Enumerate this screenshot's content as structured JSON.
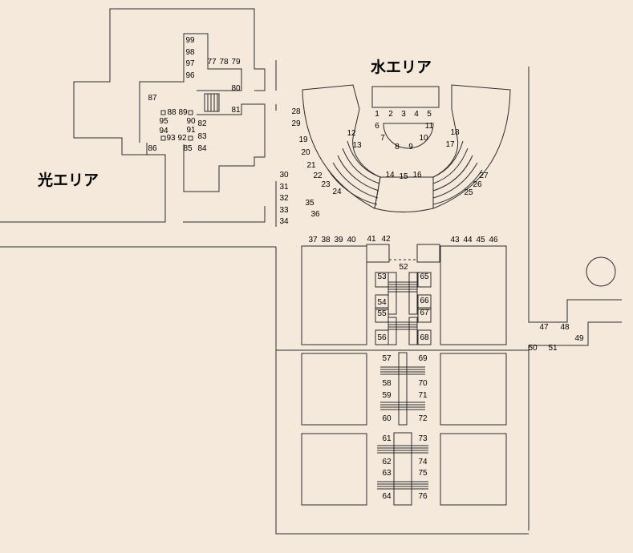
{
  "areas": {
    "hikari": "光エリア",
    "mizu": "水エリア"
  },
  "booths": [
    "1",
    "2",
    "3",
    "4",
    "5",
    "6",
    "7",
    "8",
    "9",
    "10",
    "11",
    "12",
    "13",
    "14",
    "15",
    "16",
    "17",
    "18",
    "19",
    "20",
    "21",
    "22",
    "23",
    "24",
    "25",
    "26",
    "27",
    "28",
    "29",
    "30",
    "31",
    "32",
    "33",
    "34",
    "35",
    "36",
    "37",
    "38",
    "39",
    "40",
    "41",
    "42",
    "43",
    "44",
    "45",
    "46",
    "47",
    "48",
    "49",
    "50",
    "51",
    "52",
    "53",
    "54",
    "55",
    "56",
    "57",
    "58",
    "59",
    "60",
    "61",
    "62",
    "63",
    "64",
    "65",
    "66",
    "67",
    "68",
    "69",
    "70",
    "71",
    "72",
    "73",
    "74",
    "75",
    "76",
    "77",
    "78",
    "79",
    "80",
    "81",
    "82",
    "83",
    "84",
    "85",
    "86",
    "87",
    "88",
    "89",
    "90",
    "91",
    "92",
    "93",
    "94",
    "95",
    "96",
    "97",
    "98",
    "99"
  ],
  "colors": {
    "background": "#f5e9dc",
    "line": "#2b2b2b",
    "text": "#000000"
  }
}
